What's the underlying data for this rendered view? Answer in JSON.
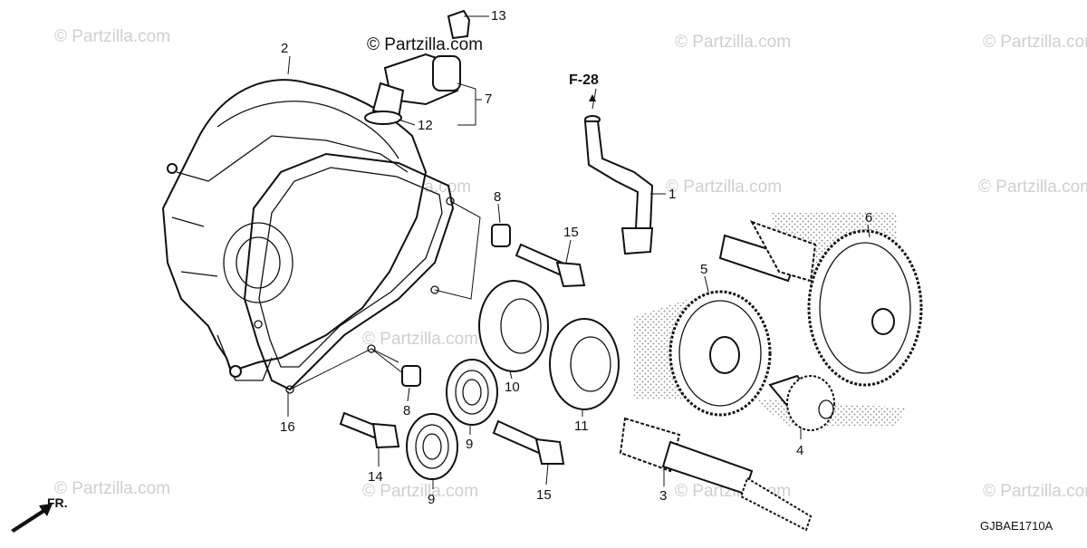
{
  "watermarks": [
    "© Partzilla.com",
    "© Partzilla.com",
    "© Partzilla.com",
    "© Partzilla.com",
    "© Partzilla.com",
    "© Partzilla.com",
    "© Partzilla.com",
    "© Partzilla.com",
    "© Partzilla.com",
    "© Partzilla.com",
    "© Partzilla.com"
  ],
  "top_watermark": "© Partzilla.com",
  "reference": "F-28",
  "diagram_code": "GJBAE1710A",
  "direction_label": "FR.",
  "callouts": {
    "c1": "1",
    "c2": "2",
    "c3": "3",
    "c4": "4",
    "c5": "5",
    "c6": "6",
    "c7": "7",
    "c8a": "8",
    "c8b": "8",
    "c9a": "9",
    "c9b": "9",
    "c10": "10",
    "c11": "11",
    "c12": "12",
    "c13": "13",
    "c14": "14",
    "c15a": "15",
    "c15b": "15",
    "c16": "16"
  }
}
